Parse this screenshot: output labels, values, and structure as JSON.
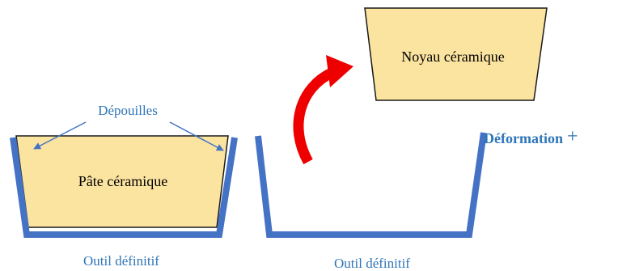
{
  "diagram": {
    "left": {
      "paste_label": "Pâte céramique",
      "draft_label": "Dépouilles",
      "tool_label": "Outil définitif"
    },
    "right": {
      "core_label": "Noyau céramique",
      "deformation_label": "Déformation",
      "plus_sign": "+",
      "tool_label": "Outil définitif"
    }
  },
  "colors": {
    "tool_blue": "#4472C4",
    "text_blue": "#2E75B6",
    "fill_yellow": "#FBE3A0",
    "outline_dark": "#1A1A1A",
    "arrow_red": "#EE0000"
  }
}
